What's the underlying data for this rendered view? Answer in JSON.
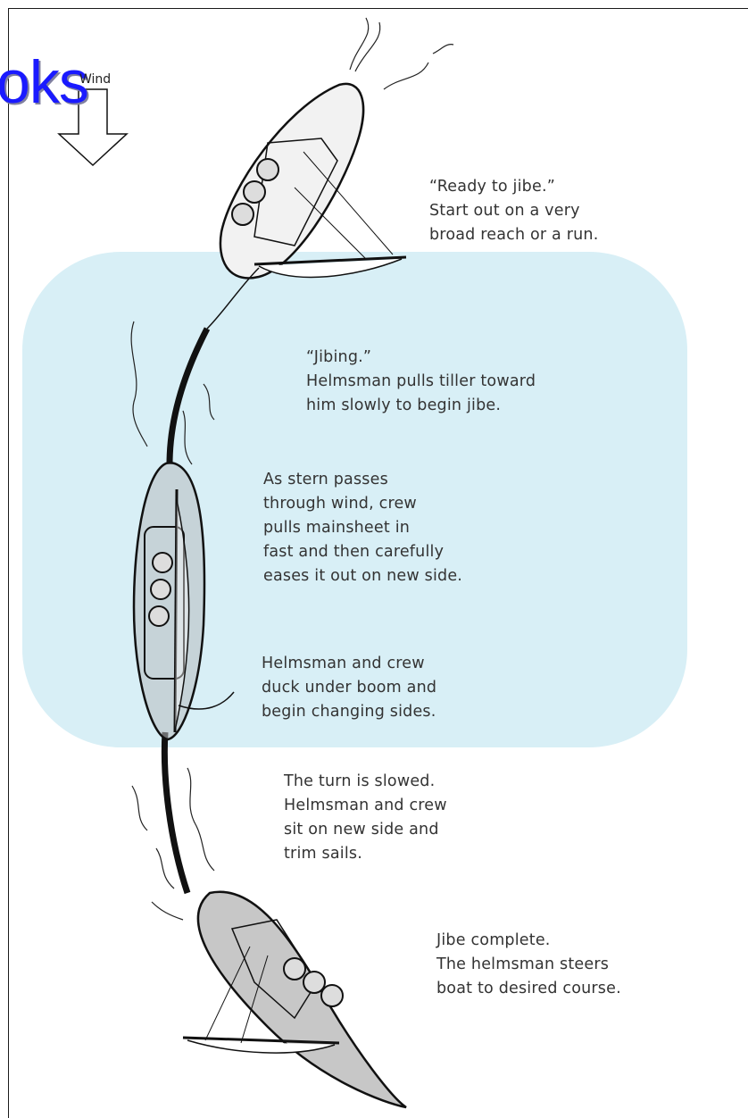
{
  "logo": {
    "text": "oks"
  },
  "wind": {
    "label": "Wind"
  },
  "captions": [
    {
      "text": "“Ready to jibe.”\nStart out on a very\nbroad reach or a run."
    },
    {
      "text": "“Jibing.”\nHelmsman pulls tiller toward\nhim slowly to begin jibe."
    },
    {
      "text": "As stern passes\nthrough wind, crew\npulls mainsheet in\nfast and then carefully\neases it out on new side."
    },
    {
      "text": "Helmsman and crew\nduck under boom and\nbegin changing sides."
    },
    {
      "text": "The turn is slowed.\nHelmsman and crew\nsit on new side and\ntrim sails."
    },
    {
      "text": "Jibe complete.\nThe helmsman steers\nboat to desired course."
    }
  ],
  "colors": {
    "watermark_bg": "#d6eef5",
    "logo_text": "#1a1aff",
    "hull_fill": "#e6e6e6",
    "hull_shade": "#9a9a9a",
    "ink": "#111111"
  }
}
